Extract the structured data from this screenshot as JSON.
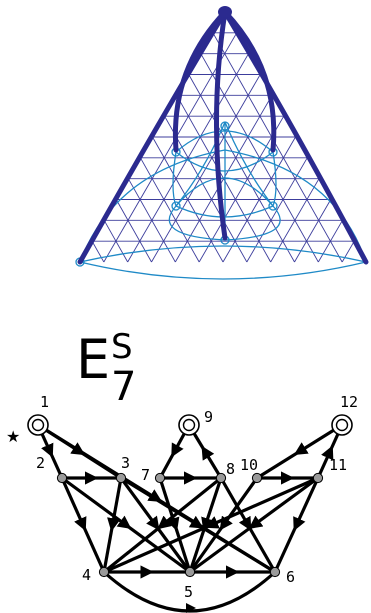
{
  "title": {
    "letter": "E",
    "superscript": "S",
    "subscript": "7"
  },
  "colors": {
    "triangle_edge": "#2b2a8f",
    "triangle_grid": "#3c3d9c",
    "triangle_curve": "#1f8ac7",
    "graph_edge": "#000000",
    "node_fill": "#9a9a9a"
  },
  "graph": {
    "nodes": [
      {
        "id": "1",
        "label": "1",
        "style": "double-circle",
        "marker": "star-icon"
      },
      {
        "id": "2",
        "label": "2",
        "style": "dot"
      },
      {
        "id": "3",
        "label": "3",
        "style": "dot"
      },
      {
        "id": "4",
        "label": "4",
        "style": "dot"
      },
      {
        "id": "5",
        "label": "5",
        "style": "dot"
      },
      {
        "id": "6",
        "label": "6",
        "style": "dot"
      },
      {
        "id": "7",
        "label": "7",
        "style": "dot"
      },
      {
        "id": "8",
        "label": "8",
        "style": "dot"
      },
      {
        "id": "9",
        "label": "9",
        "style": "double-circle"
      },
      {
        "id": "10",
        "label": "10",
        "style": "dot"
      },
      {
        "id": "11",
        "label": "11",
        "style": "dot"
      },
      {
        "id": "12",
        "label": "12",
        "style": "double-circle"
      }
    ],
    "edges": [
      {
        "from": "1",
        "to": "2",
        "arrow": true
      },
      {
        "from": "1",
        "to": "3",
        "arrow": true
      },
      {
        "from": "1",
        "to": "6",
        "arrow": true
      },
      {
        "from": "2",
        "to": "3",
        "arrow": true
      },
      {
        "from": "2",
        "to": "5",
        "arrow": true
      },
      {
        "from": "2",
        "to": "4",
        "arrow": true
      },
      {
        "from": "3",
        "to": "4",
        "arrow": true
      },
      {
        "from": "3",
        "to": "5",
        "arrow": true
      },
      {
        "from": "3",
        "to": "6",
        "arrow": true
      },
      {
        "from": "4",
        "to": "5",
        "arrow": true
      },
      {
        "from": "5",
        "to": "6",
        "arrow": true
      },
      {
        "from": "6",
        "to": "4",
        "arrow": true,
        "curved": true
      },
      {
        "from": "7",
        "to": "8",
        "arrow": true
      },
      {
        "from": "9",
        "to": "7",
        "arrow": true
      },
      {
        "from": "8",
        "to": "9",
        "arrow": true
      },
      {
        "from": "7",
        "to": "5",
        "arrow": true
      },
      {
        "from": "8",
        "to": "4",
        "arrow": true
      },
      {
        "from": "8",
        "to": "6",
        "arrow": true
      },
      {
        "from": "8",
        "to": "5",
        "arrow": true
      },
      {
        "from": "10",
        "to": "11",
        "arrow": true
      },
      {
        "from": "12",
        "to": "10",
        "arrow": true
      },
      {
        "from": "11",
        "to": "12",
        "arrow": true
      },
      {
        "from": "11",
        "to": "4",
        "arrow": true
      },
      {
        "from": "11",
        "to": "5",
        "arrow": true
      },
      {
        "from": "11",
        "to": "6",
        "arrow": true
      },
      {
        "from": "10",
        "to": "5",
        "arrow": true
      }
    ]
  }
}
